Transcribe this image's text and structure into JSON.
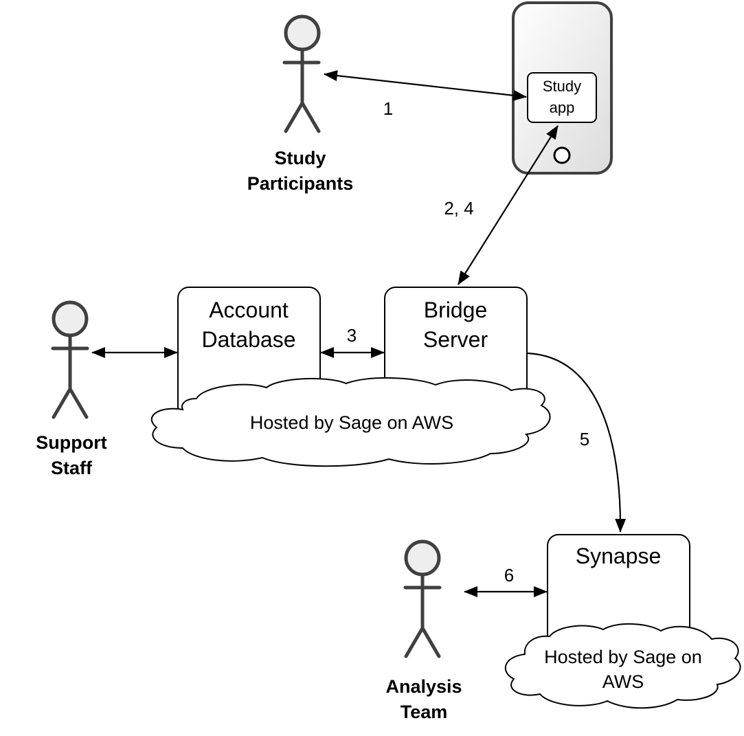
{
  "actors": {
    "participants": [
      "Study",
      "Participants"
    ],
    "support": [
      "Support",
      "Staff"
    ],
    "analysis": [
      "Analysis",
      "Team"
    ]
  },
  "device": {
    "app": [
      "Study",
      "app"
    ]
  },
  "nodes": {
    "account_db": [
      "Account",
      "Database"
    ],
    "bridge": [
      "Bridge",
      "Server"
    ],
    "synapse": [
      "Synapse"
    ]
  },
  "clouds": {
    "aws_main": [
      "Hosted by Sage on AWS"
    ],
    "aws_synapse": [
      "Hosted by Sage on",
      "AWS"
    ]
  },
  "edges": {
    "e1": "1",
    "e24": "2, 4",
    "e3": "3",
    "e5": "5",
    "e6": "6"
  }
}
